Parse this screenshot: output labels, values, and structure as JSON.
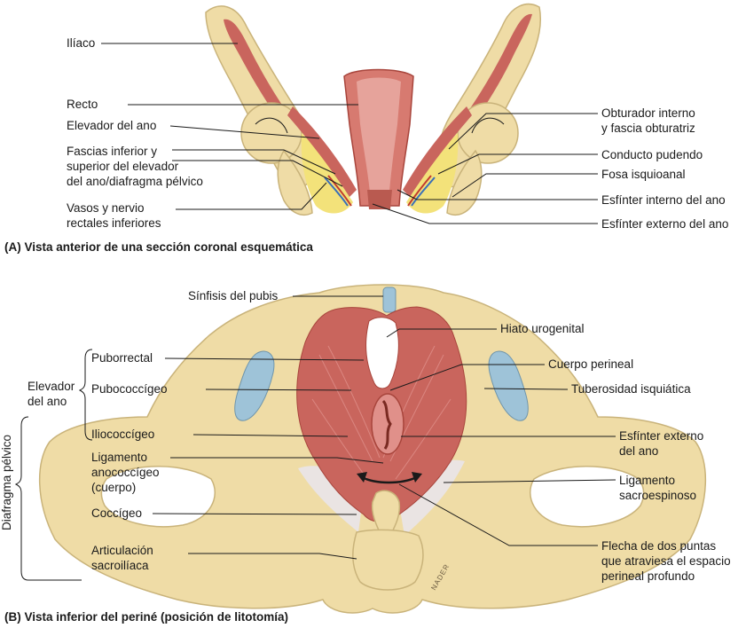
{
  "panel_a": {
    "caption": "(A) Vista anterior de una sección coronal esquemática",
    "labels": {
      "iliaco": "Ilíaco",
      "recto": "Recto",
      "elevador": "Elevador del ano",
      "fascias_1": "Fascias inferior y",
      "fascias_2": "superior del elevador",
      "fascias_3": "del ano/diafragma pélvico",
      "vasos_1": "Vasos y nervio",
      "vasos_2": "rectales inferiores",
      "obturador_1": "Obturador interno",
      "obturador_2": "y fascia obturatriz",
      "conducto": "Conducto pudendo",
      "fosa": "Fosa isquioanal",
      "esf_interno": "Esfínter interno del ano",
      "esf_externo": "Esfínter externo del ano"
    }
  },
  "panel_b": {
    "caption": "(B) Vista inferior del periné (posición de litotomía)",
    "group_elevador_1": "Elevador",
    "group_elevador_2": "del ano",
    "group_diafragma": "Diafragma pélvico",
    "labels": {
      "sinfisis": "Sínfisis del pubis",
      "puborrectal": "Puborrectal",
      "pubococcigeo": "Pubococcígeo",
      "iliococcigeo": "Iliococcígeo",
      "ligamento_1": "Ligamento",
      "ligamento_2": "anococcígeo",
      "ligamento_3": "(cuerpo)",
      "coccigeo": "Coccígeo",
      "articulacion_1": "Articulación",
      "articulacion_2": "sacroilíaca",
      "hiato": "Hiato urogenital",
      "cuerpo": "Cuerpo perineal",
      "tuberosidad": "Tuberosidad isquiática",
      "esf_ext_1": "Esfínter externo",
      "esf_ext_2": "del ano",
      "sacroesp_1": "Ligamento",
      "sacroesp_2": "sacroespinoso",
      "flecha_1": "Flecha de dos puntas",
      "flecha_2": "que atraviesa el espacio",
      "flecha_3": "perineal profundo"
    },
    "signature": "NADER"
  },
  "colors": {
    "bone": "#efdca6",
    "bone_edge": "#c9b37a",
    "muscle": "#c9655d",
    "muscle_light": "#e0908a",
    "fat": "#f3e27a",
    "cartilage": "#9ec3d8"
  }
}
